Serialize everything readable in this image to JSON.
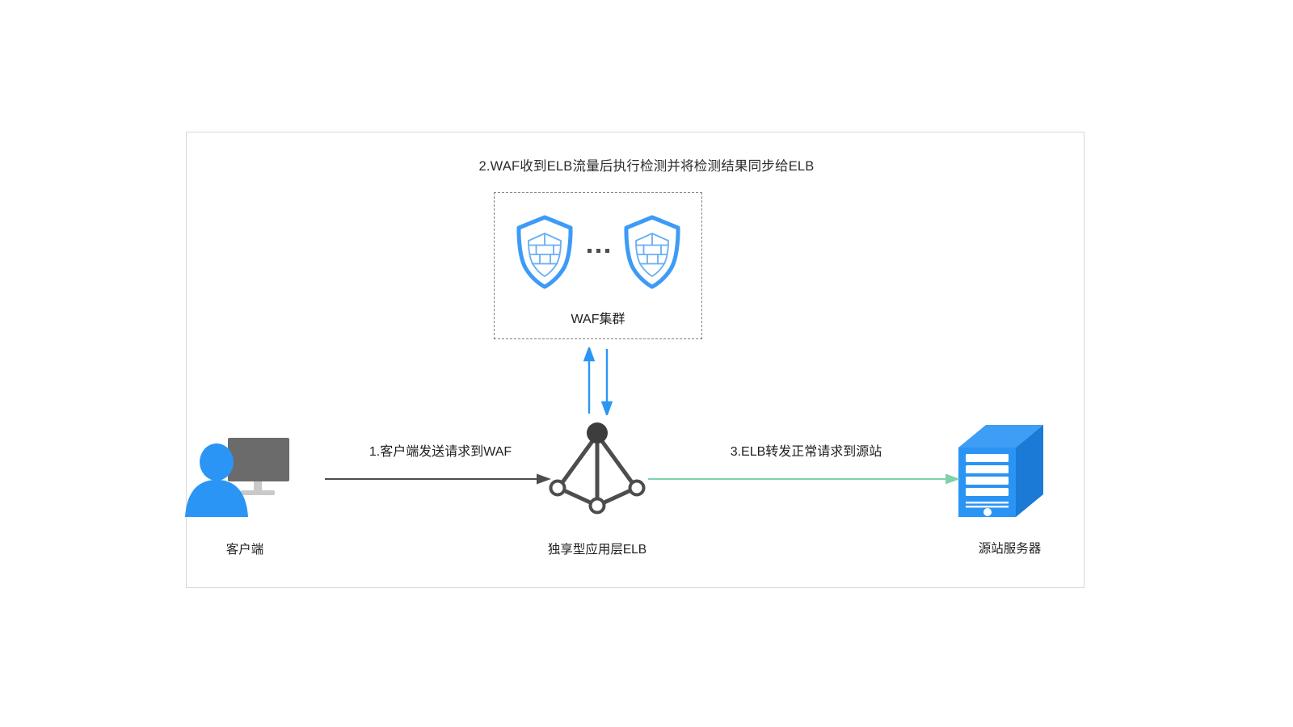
{
  "diagram": {
    "type": "architecture-flow",
    "title_caption": "2.WAF收到ELB流量后执行检测并将检测结果同步给ELB",
    "colors": {
      "accent_blue": "#2b95f5",
      "shield_blue": "#3d9bf7",
      "server_blue": "#2a94f4",
      "server_blue_dark": "#1a7ad6",
      "green_arrow": "#7fd1ab",
      "dark_arrow": "#4d4d4d",
      "frame_border": "#d9d9d9",
      "dashed_border": "#808080",
      "monitor_gray": "#6b6b6b",
      "text": "#1f1f1f"
    },
    "frame": {
      "visible": true
    },
    "waf_cluster": {
      "label": "WAF集群",
      "shield_count": 2,
      "ellipsis": "...",
      "icon_name": "waf-shield-icon",
      "border_style": "dashed"
    },
    "nodes": [
      {
        "id": "client",
        "label": "客户端",
        "icon": "client-user-monitor-icon"
      },
      {
        "id": "elb",
        "label": "独享型应用层ELB",
        "icon": "elb-pyramid-icon"
      },
      {
        "id": "server",
        "label": "源站服务器",
        "icon": "origin-server-icon"
      }
    ],
    "connections": [
      {
        "id": "c1",
        "label": "1.客户端发送请求到WAF",
        "from": "client",
        "to": "elb",
        "color": "#4d4d4d",
        "direction": "right"
      },
      {
        "id": "c2",
        "label": "2.WAF收到ELB流量后执行检测并将检测结果同步给ELB",
        "from": "elb",
        "to": "waf",
        "color": "#2b95f5",
        "direction": "bidirectional"
      },
      {
        "id": "c3",
        "label": "3.ELB转发正常请求到源站",
        "from": "elb",
        "to": "server",
        "color": "#7fd1ab",
        "direction": "right"
      }
    ]
  }
}
